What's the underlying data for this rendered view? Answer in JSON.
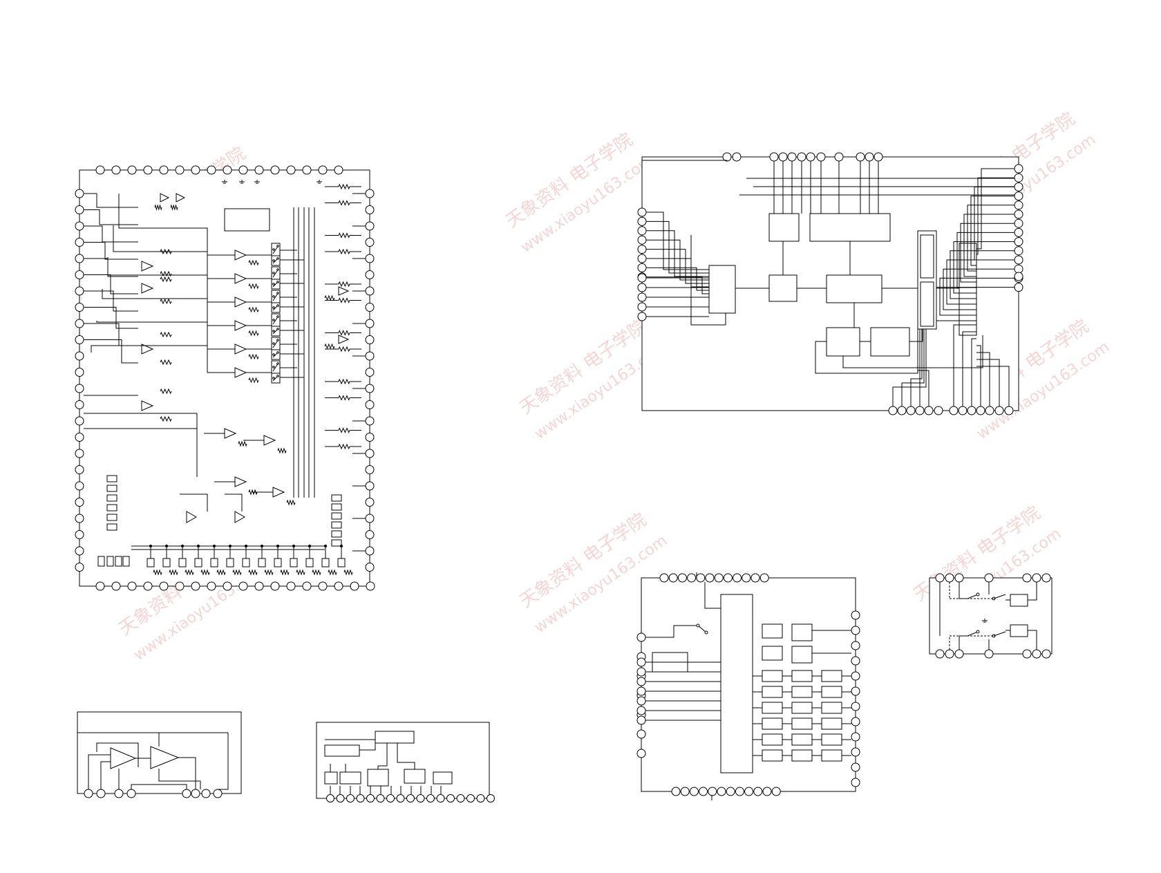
{
  "page": {
    "background": "#ffffff",
    "ink": "#000000"
  },
  "watermark": {
    "brand": "天象资料 电子学院",
    "url": "www.xiaoyu163.com",
    "color": "#f2b8b8"
  },
  "diagrams": [
    {
      "id": "ic-audio-processor"
    },
    {
      "id": "ic-dual-opamp"
    },
    {
      "id": "ic-small-logic"
    },
    {
      "id": "ic-digital-controller"
    },
    {
      "id": "ic-display-driver"
    },
    {
      "id": "ic-analog-switch"
    }
  ]
}
